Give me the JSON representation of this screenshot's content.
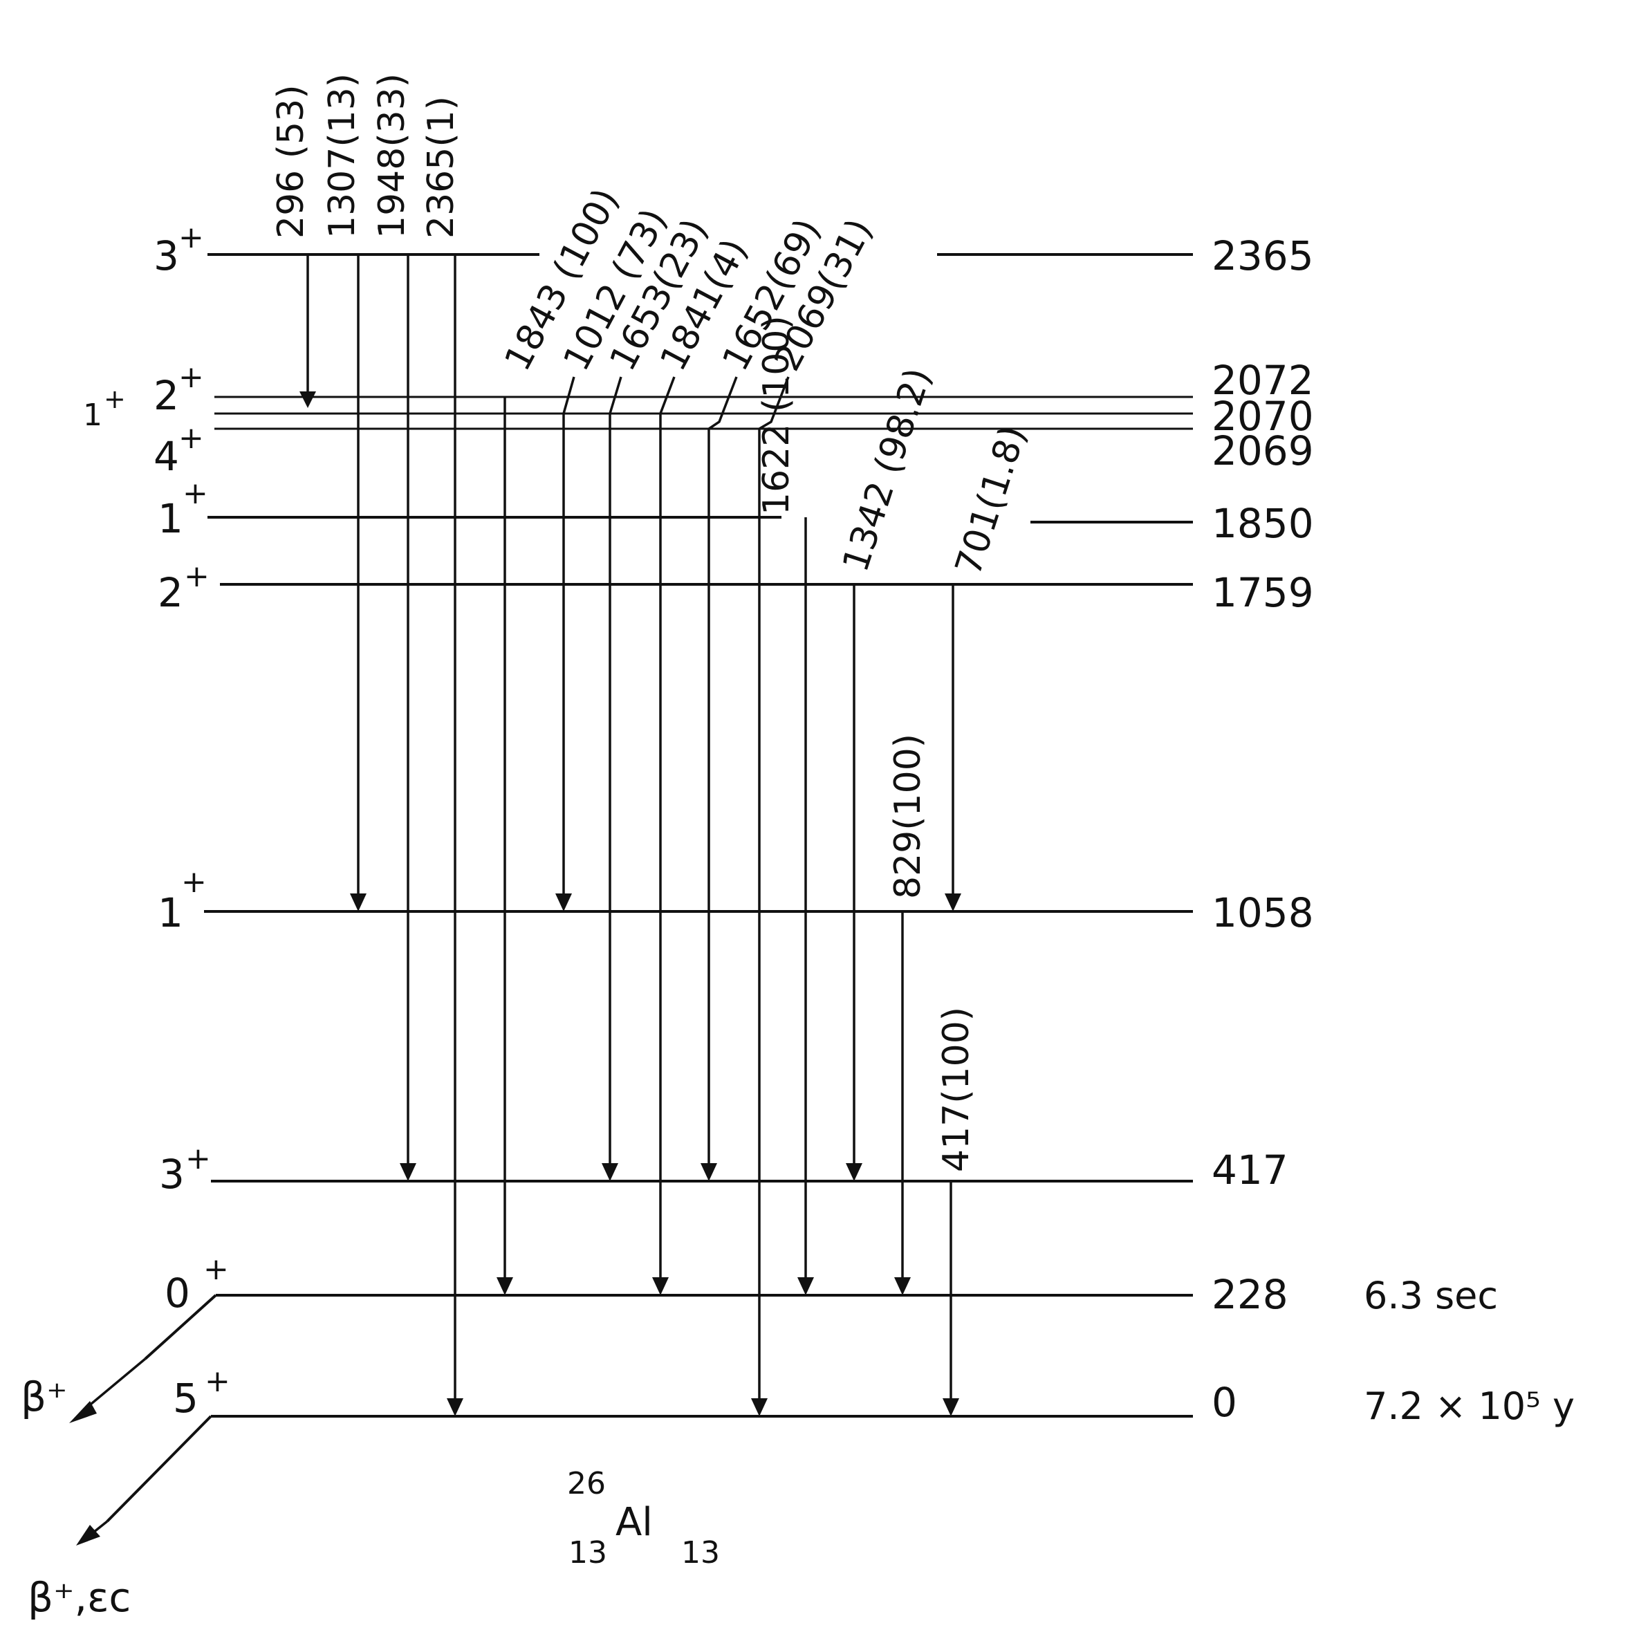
{
  "levels": [
    {
      "energy": "2365",
      "spin": "3",
      "parity": "+"
    },
    {
      "energy": "2072",
      "spin": "2",
      "parity": "+"
    },
    {
      "energy": "2070",
      "spin": "1",
      "parity": "+"
    },
    {
      "energy": "2069",
      "spin": "4",
      "parity": "+"
    },
    {
      "energy": "1850",
      "spin": "1",
      "parity": "+"
    },
    {
      "energy": "1759",
      "spin": "2",
      "parity": "+"
    },
    {
      "energy": "1058",
      "spin": "1",
      "parity": "+"
    },
    {
      "energy": "417",
      "spin": "3",
      "parity": "+"
    },
    {
      "energy": "228",
      "spin": "0",
      "parity": "+"
    },
    {
      "energy": "0",
      "spin": "5",
      "parity": "+"
    }
  ],
  "transitions": [
    {
      "label": "296 (53)",
      "from": "2365",
      "to": "2072"
    },
    {
      "label": "1307(13)",
      "from": "2365",
      "to": "1058"
    },
    {
      "label": "1948(33)",
      "from": "2365",
      "to": "417"
    },
    {
      "label": "2365(1)",
      "from": "2365",
      "to": "0"
    },
    {
      "label": "1843 (100)",
      "from": "2072",
      "to": "228"
    },
    {
      "label": "1012 (73)",
      "from": "2070",
      "to": "1058"
    },
    {
      "label": "1653(23)",
      "from": "2070",
      "to": "417"
    },
    {
      "label": "1841(4)",
      "from": "2070",
      "to": "228"
    },
    {
      "label": "1652(69)",
      "from": "2069",
      "to": "417"
    },
    {
      "label": "2069(31)",
      "from": "2069",
      "to": "0"
    },
    {
      "label": "1622 (100)",
      "from": "1850",
      "to": "228"
    },
    {
      "label": "1342 (98.2)",
      "from": "1759",
      "to": "417"
    },
    {
      "label": "701(1.8)",
      "from": "1759",
      "to": "1058"
    },
    {
      "label": "829(100)",
      "from": "1058",
      "to": "228"
    },
    {
      "label": "417(100)",
      "from": "417",
      "to": "0"
    }
  ],
  "half_lives": [
    {
      "level": "228",
      "value": "6.3 sec"
    },
    {
      "level": "0",
      "value": "7.2 × 10⁵ y"
    }
  ],
  "decay_modes": [
    {
      "label": "β⁺",
      "from": "228"
    },
    {
      "label": "β⁺,εc",
      "from": "0"
    }
  ],
  "nucleus": {
    "mass_number": "26",
    "atomic_number": "13",
    "symbol": "Al",
    "neutron_number": "13"
  }
}
